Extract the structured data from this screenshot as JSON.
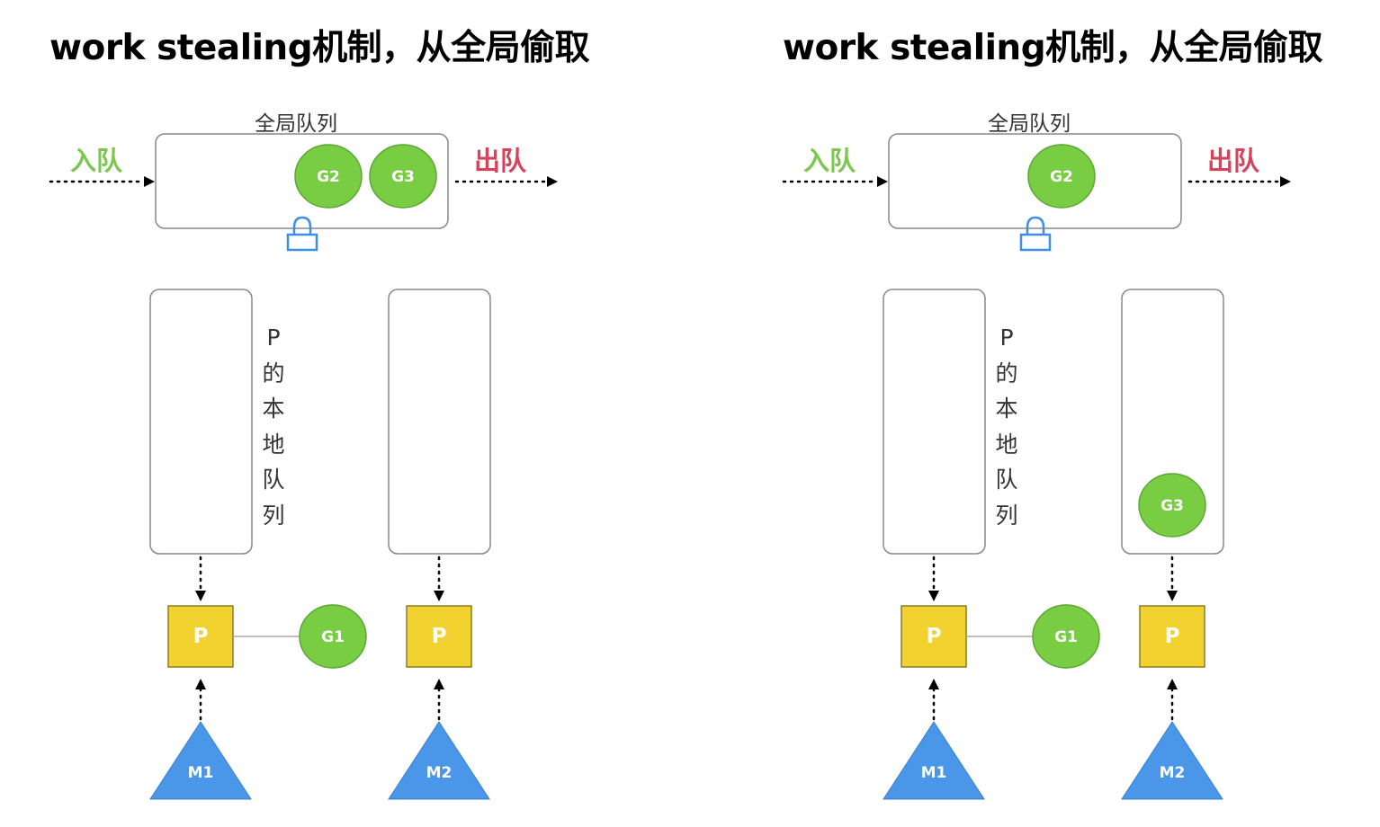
{
  "colors": {
    "goroutine": "#78cd43",
    "goroutine_stroke": "#5da635",
    "processor": "#f2d22e",
    "processor_stroke": "#8a7a2a",
    "machine": "#4a96e8",
    "lock": "#3f8fe0",
    "enqueue_text": "#7cc74e",
    "dequeue_text": "#d6435b"
  },
  "panels": [
    {
      "title": "work stealing机制，从全局偷取",
      "global_queue": {
        "label": "全局队列",
        "items": [
          "G2",
          "G3"
        ]
      },
      "enqueue_label": "入队",
      "dequeue_label": "出队",
      "lock_icon": "lock-icon",
      "local_queue_label": [
        "P",
        "的",
        "本",
        "地",
        "队",
        "列"
      ],
      "processors": [
        {
          "label": "P",
          "local_queue": [],
          "running": "G1",
          "machine": "M1"
        },
        {
          "label": "P",
          "local_queue": [],
          "running": "",
          "machine": "M2"
        }
      ]
    },
    {
      "title": "work stealing机制，从全局偷取",
      "global_queue": {
        "label": "全局队列",
        "items": [
          "G2"
        ]
      },
      "enqueue_label": "入队",
      "dequeue_label": "出队",
      "lock_icon": "lock-icon",
      "local_queue_label": [
        "P",
        "的",
        "本",
        "地",
        "队",
        "列"
      ],
      "processors": [
        {
          "label": "P",
          "local_queue": [],
          "running": "G1",
          "machine": "M1"
        },
        {
          "label": "P",
          "local_queue": [
            "G3"
          ],
          "running": "",
          "machine": "M2"
        }
      ]
    }
  ]
}
